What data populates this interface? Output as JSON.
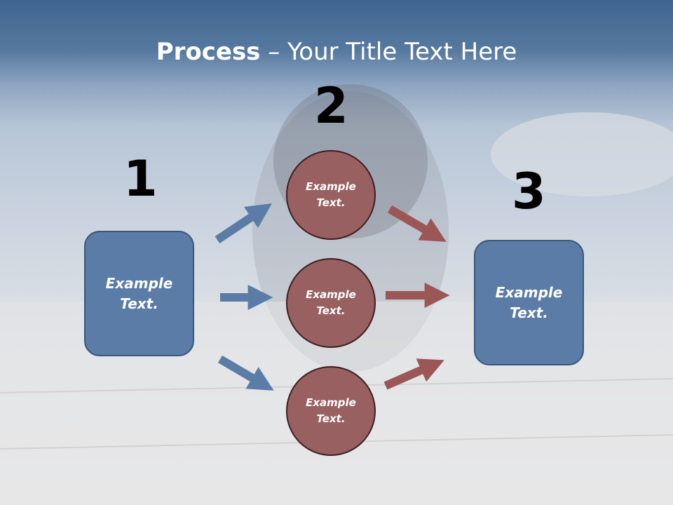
{
  "title": {
    "bold": "Process",
    "rest": " – Your Title Text Here"
  },
  "steps": {
    "one": "1",
    "two": "2",
    "three": "3"
  },
  "left_box": {
    "line1": "Example",
    "line2": "Text."
  },
  "right_box": {
    "line1": "Example",
    "line2": "Text."
  },
  "circles": [
    {
      "line1": "Example",
      "line2": "Text."
    },
    {
      "line1": "Example",
      "line2": "Text."
    },
    {
      "line1": "Example",
      "line2": "Text."
    }
  ],
  "colors": {
    "blue": "#5a7ca6",
    "red": "#996061",
    "arrow_blue": "#5a7ca6",
    "arrow_red": "#9b5656"
  }
}
